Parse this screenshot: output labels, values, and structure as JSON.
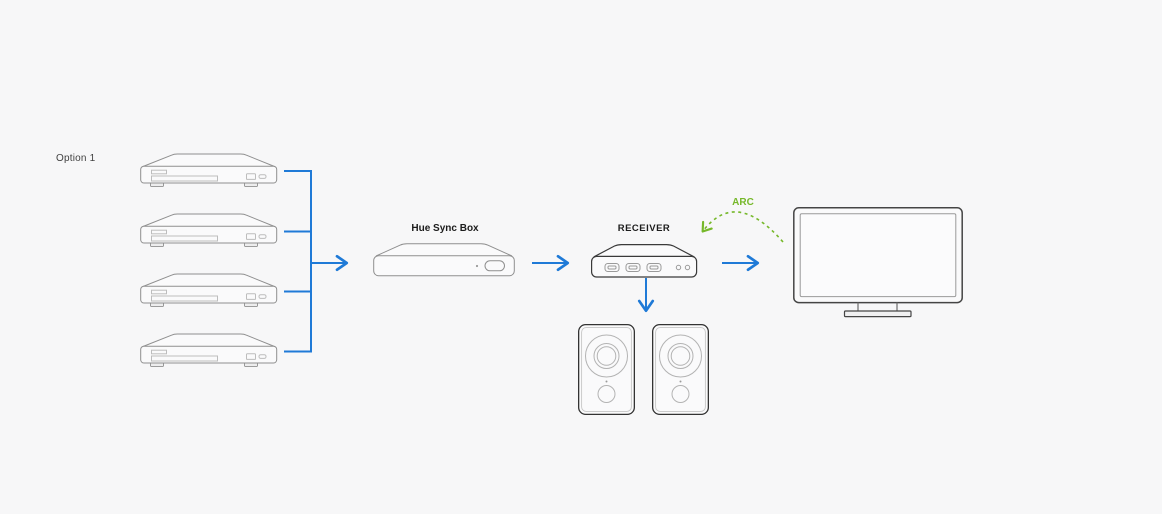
{
  "labels": {
    "option": "Option 1",
    "hue_sync_box": "Hue Sync Box",
    "receiver": "RECEIVER",
    "arc": "ARC"
  },
  "colors": {
    "background": "#f7f7f8",
    "connector_blue": "#1f7ad7",
    "arc_green": "#76b82a",
    "outline_gray": "#8f8f8f",
    "outline_dark": "#3a3a3a",
    "detail_gray": "#bdbdbd",
    "label_text": "#3f3f3f",
    "node_label_text": "#1c1c1c"
  },
  "diagram": {
    "nodes": [
      {
        "id": "source-device-1",
        "icon": "media-player-icon"
      },
      {
        "id": "source-device-2",
        "icon": "media-player-icon"
      },
      {
        "id": "source-device-3",
        "icon": "media-player-icon"
      },
      {
        "id": "source-device-4",
        "icon": "media-player-icon"
      },
      {
        "id": "hue-sync-box",
        "icon": "hue-sync-box-icon",
        "label": "Hue Sync Box"
      },
      {
        "id": "receiver",
        "icon": "av-receiver-icon",
        "label": "RECEIVER"
      },
      {
        "id": "speaker-left",
        "icon": "speaker-icon"
      },
      {
        "id": "speaker-right",
        "icon": "speaker-icon"
      },
      {
        "id": "tv",
        "icon": "tv-icon"
      }
    ],
    "edges": [
      {
        "from": "source-devices-1-4",
        "to": "hue-sync-box",
        "style": "solid-blue-arrow"
      },
      {
        "from": "hue-sync-box",
        "to": "receiver",
        "style": "solid-blue-arrow"
      },
      {
        "from": "receiver",
        "to": "speakers",
        "style": "solid-blue-arrow"
      },
      {
        "from": "receiver",
        "to": "tv",
        "style": "solid-blue-arrow"
      },
      {
        "from": "tv",
        "to": "receiver",
        "style": "dashed-green-curved-arrow",
        "label": "ARC"
      }
    ]
  }
}
